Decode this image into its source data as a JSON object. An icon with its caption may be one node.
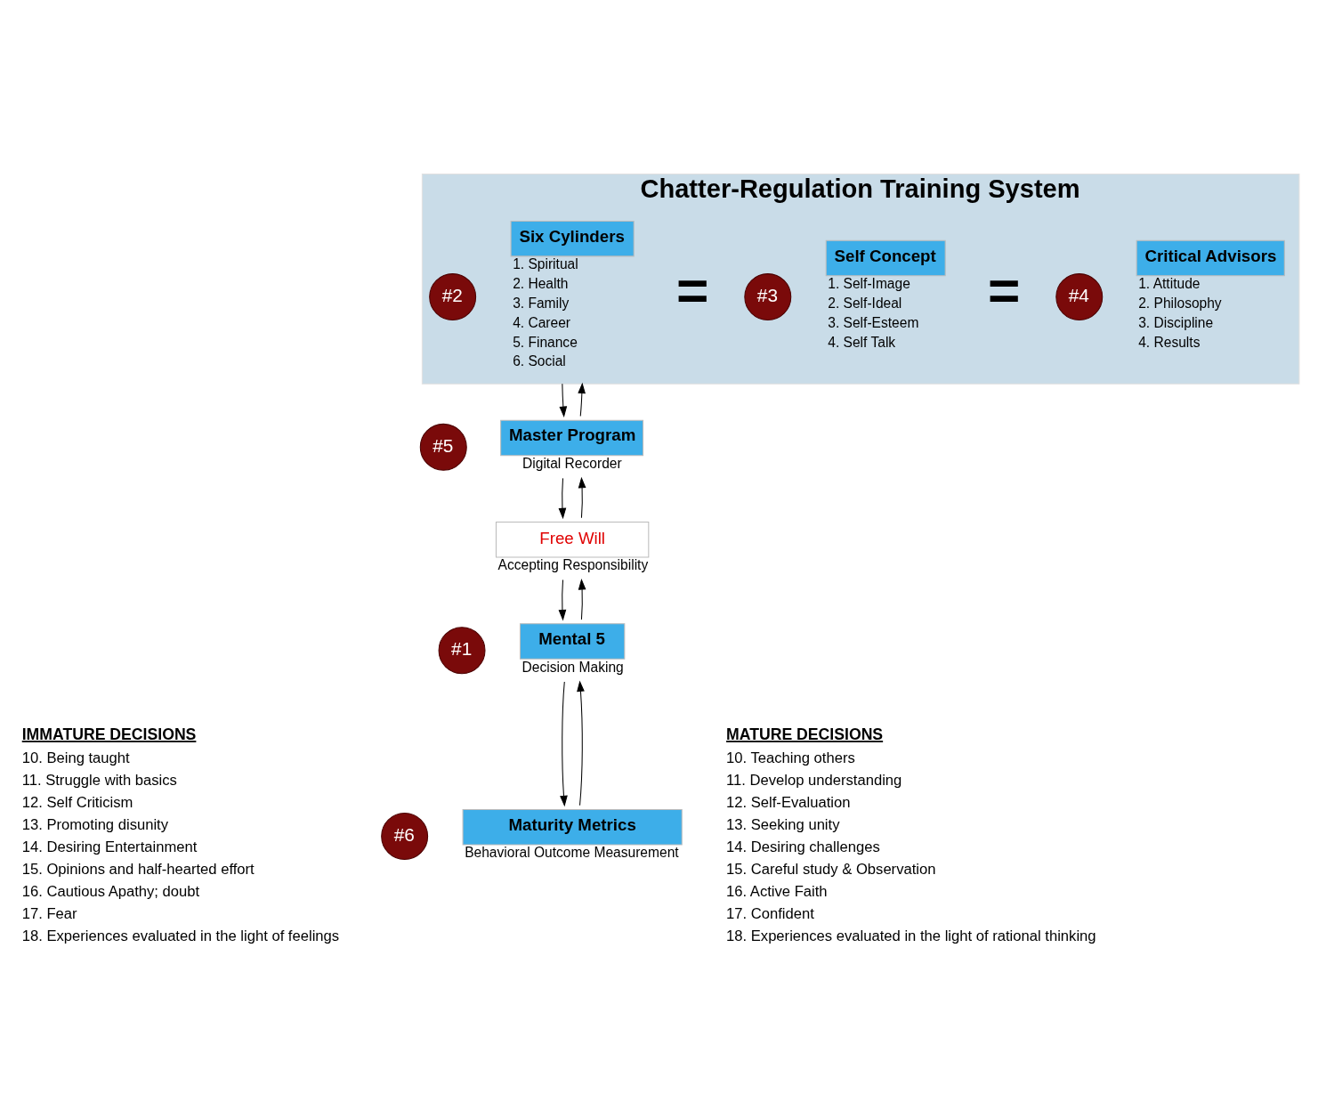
{
  "diagram": {
    "nodes": [
      {
        "text": [
          "Chatter-Regulation Training System"
        ]
      },
      {
        "text": [
          "#2"
        ],
        "in": 0
      },
      {
        "text": [
          "Six Cylinders"
        ],
        "in": 0,
        "beside": [
          "1. Spiritual",
          "2. Health",
          "3. Family",
          "4. Career",
          "5. Finance",
          "6. Social"
        ]
      },
      {
        "text": [
          "#3"
        ],
        "in": 0
      },
      {
        "text": [
          "Self Concept"
        ],
        "in": 0,
        "beside": [
          "1. Self-Image",
          "2. Self-Ideal",
          "3. Self-Esteem",
          "4. Self Talk"
        ]
      },
      {
        "text": [
          "#4"
        ],
        "in": 0
      },
      {
        "text": [
          "Critical Advisors"
        ],
        "in": 0,
        "beside": [
          "1. Attitude",
          "2. Philosophy",
          "3. Discipline",
          "4. Results"
        ]
      },
      {
        "text": [
          "#5"
        ]
      },
      {
        "text": [
          "Master Program"
        ],
        "beside": [
          "Digital Recorder"
        ]
      },
      {
        "text": [
          "Free Will"
        ],
        "beside": [
          "Accepting Responsibility"
        ]
      },
      {
        "text": [
          "#1"
        ]
      },
      {
        "text": [
          "Mental 5"
        ],
        "beside": [
          "Decision Making"
        ]
      },
      {
        "text": [
          "#6"
        ]
      },
      {
        "text": [
          "Maturity Metrics"
        ],
        "beside": [
          "Behavioral Outcome Measurement"
        ]
      }
    ],
    "edges": [
      {
        "from": 0,
        "to": 8,
        "arrow": "to"
      },
      {
        "from": 8,
        "to": 0,
        "arrow": "to"
      },
      {
        "from": 8,
        "to": 9,
        "arrow": "to"
      },
      {
        "from": 9,
        "to": 8,
        "arrow": "to"
      },
      {
        "from": 9,
        "to": 11,
        "arrow": "to"
      },
      {
        "from": 11,
        "to": 9,
        "arrow": "to"
      },
      {
        "from": 11,
        "to": 13,
        "arrow": "to"
      },
      {
        "from": 13,
        "to": 11,
        "arrow": "to"
      }
    ],
    "labels": [
      "=",
      "=",
      "IMMATURE DECISIONS",
      "10. Being taught",
      "11. Struggle with basics",
      "12. Self Criticism",
      "13. Promoting disunity",
      "14. Desiring Entertainment",
      "15. Opinions and half-hearted effort",
      "16. Cautious Apathy; doubt",
      "17. Fear",
      "18. Experiences evaluated in the light of feelings",
      "MATURE DECISIONS",
      "10. Teaching others",
      "11. Develop understanding",
      "12. Self-Evaluation",
      "13. Seeking unity",
      "14. Desiring challenges",
      "15. Careful study & Observation",
      "16. Active Faith",
      "17. Confident",
      "18. Experiences evaluated in the light of rational thinking"
    ]
  }
}
